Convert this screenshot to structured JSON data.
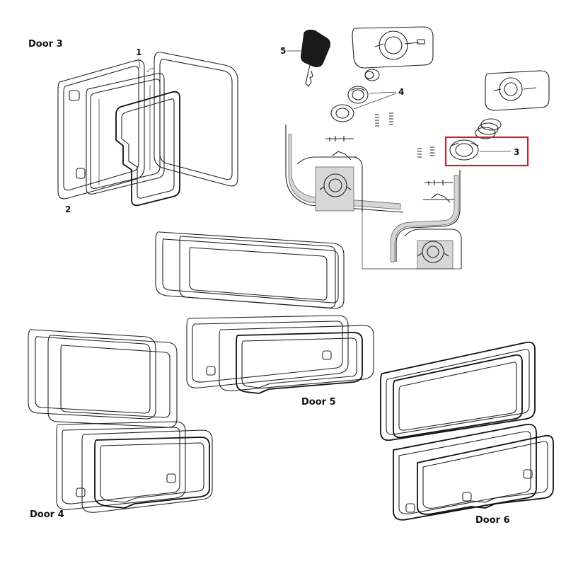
{
  "labels": {
    "door3": "Door 3",
    "door4": "Door 4",
    "door5": "Door 5",
    "door6": "Door 6"
  },
  "callouts": {
    "c1": "1",
    "c2": "2",
    "c3": "3",
    "c4": "4",
    "c5": "5"
  },
  "colors": {
    "highlight": "#d0202a",
    "line": "#222222"
  }
}
